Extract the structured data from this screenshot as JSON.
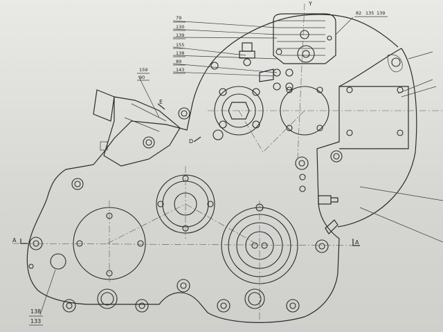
{
  "labels": {
    "callouts_top": [
      "79",
      "130",
      "139",
      "155",
      "138",
      "89",
      "143"
    ],
    "callouts_upper_left": [
      "159",
      "90"
    ],
    "callouts_top_right": [
      "82",
      "135",
      "139"
    ],
    "top_mark": "Y",
    "section_E": "E",
    "section_D": "D",
    "section_A_left": "A",
    "section_A_right": "A",
    "callouts_bottom_left": [
      "138",
      "133"
    ]
  }
}
